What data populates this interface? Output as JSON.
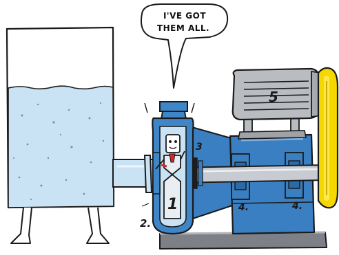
{
  "speech": {
    "line1": "I'VE GOT",
    "line2": "THEM ALL."
  },
  "labels": {
    "impeller": "1",
    "casing": "2.",
    "seal": "3",
    "bearing_left": "4.",
    "bearing_right": "4.",
    "motor": "5"
  },
  "colors": {
    "water": "#c9e3f5",
    "pump_blue": "#3f86c8",
    "frame_blue": "#3a7fc2",
    "shaft_grey": "#c8ccd2",
    "motor_grey": "#b9bcc0",
    "coupling_yellow": "#f5d800",
    "outline": "#1a1a1a"
  }
}
